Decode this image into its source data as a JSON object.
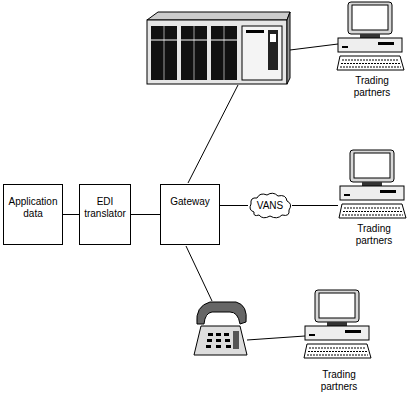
{
  "diagram": {
    "nodes": [
      {
        "text": [
          "Application data"
        ]
      },
      {
        "text": [
          "EDI translator"
        ]
      },
      {
        "text": [
          "Gateway"
        ]
      },
      {
        "text": [
          "VANS"
        ]
      },
      {
        "text": [
          "Trading partners"
        ]
      },
      {
        "text": [
          "Trading partners"
        ]
      },
      {
        "text": [
          "Trading partners"
        ]
      }
    ],
    "edges": [
      {
        "from": 0,
        "to": 1,
        "arrow": "none"
      },
      {
        "from": 1,
        "to": 2,
        "arrow": "none"
      },
      {
        "from": 2,
        "to": 3,
        "arrow": "none"
      },
      {
        "from": 3,
        "to": 5,
        "arrow": "none"
      }
    ]
  }
}
